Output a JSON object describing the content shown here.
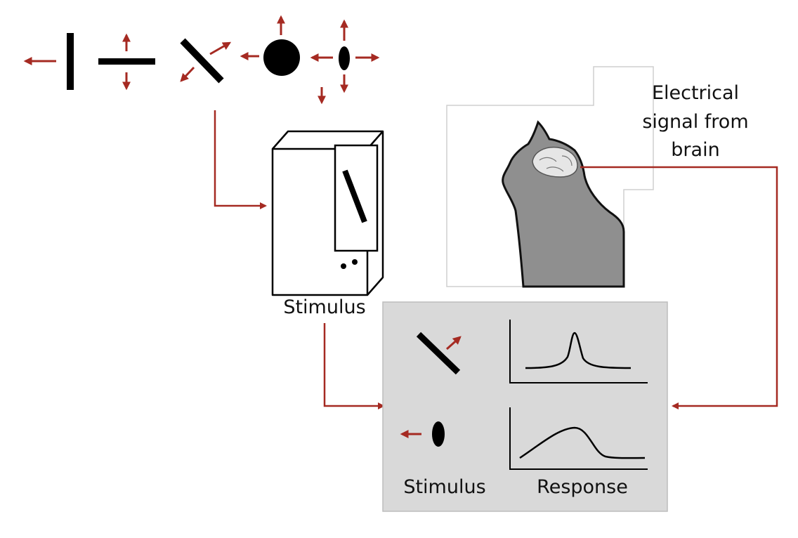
{
  "labels": {
    "signal_line1": "Electrical",
    "signal_line2": "signal from",
    "signal_line3": "brain",
    "stimulus_device": "Stimulus",
    "panel_stimulus": "Stimulus",
    "panel_response": "Response"
  },
  "colors": {
    "arrow": "#a52a22",
    "shape": "#000000",
    "panel_bg": "#d9d9d9",
    "cat_fill": "#8f8f8f"
  },
  "stimuli": [
    "vertical-bar",
    "horizontal-bar",
    "diagonal-bar",
    "large-dot",
    "small-ellipse"
  ],
  "responses": [
    {
      "stimulus": "diagonal-bar",
      "curve": "sharp-peak"
    },
    {
      "stimulus": "small-ellipse",
      "curve": "broad-hump"
    }
  ]
}
